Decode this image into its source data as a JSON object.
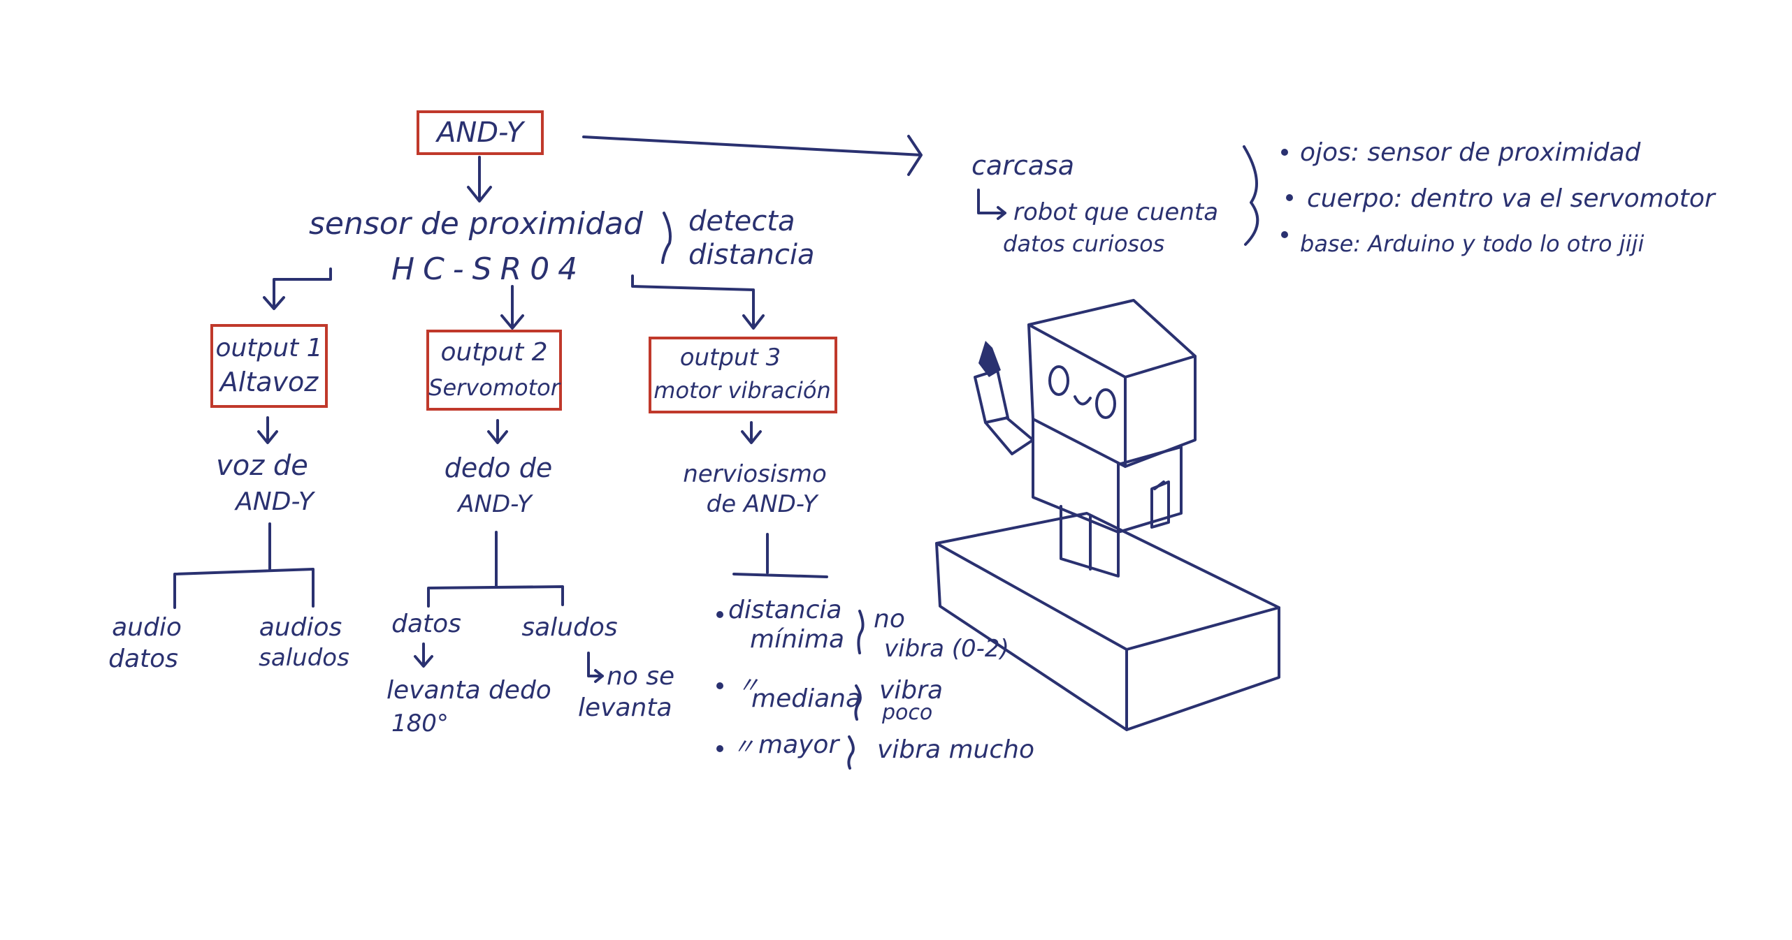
{
  "colors": {
    "ink": "#2a3170",
    "box_border": "#c0392b",
    "background": "#ffffff"
  },
  "root": {
    "label": "AND-Y"
  },
  "sensor": {
    "label": "sensor de proximidad",
    "model": "HC-SR04",
    "note_line1": "detecta",
    "note_line2": "distancia"
  },
  "outputs": [
    {
      "title": "output 1",
      "device": "Altavoz",
      "effect_line1": "voz de",
      "effect_line2": "AND-Y"
    },
    {
      "title": "output 2",
      "device": "Servomotor",
      "effect_line1": "dedo de",
      "effect_line2": "AND-Y"
    },
    {
      "title": "output 3",
      "device": "motor vibración",
      "effect_line1": "nerviosismo",
      "effect_line2": "de AND-Y"
    }
  ],
  "audio": {
    "left_line1": "audio",
    "left_line2": "datos",
    "right_line1": "audios",
    "right_line2": "saludos"
  },
  "finger": {
    "datos": "datos",
    "datos_result_line1": "levanta dedo",
    "datos_result_line2": "180°",
    "saludos": "saludos",
    "saludos_result_line1": "no se",
    "saludos_result_line2": "levanta"
  },
  "vibration": [
    {
      "condition_line1": "distancia",
      "condition_line2": "mínima",
      "result_line1": "no",
      "result_line2": "vibra (0-2)"
    },
    {
      "condition_line1": "mediana",
      "condition_line2": "",
      "result_line1": "vibra",
      "result_line2": "poco"
    },
    {
      "condition_line1": "mayor",
      "condition_line2": "",
      "result_line1": "vibra mucho",
      "result_line2": ""
    }
  ],
  "ditto_mark": "〃",
  "casing": {
    "title": "carcasa",
    "desc_line1": "robot que cuenta",
    "desc_line2": "datos curiosos",
    "parts": [
      "ojos: sensor de proximidad",
      "cuerpo: dentro va el servomotor",
      "base: Arduino y todo lo otro jiji"
    ]
  },
  "robot_illustration": {
    "eyes_label": "O",
    "mouth_label": "◡"
  }
}
